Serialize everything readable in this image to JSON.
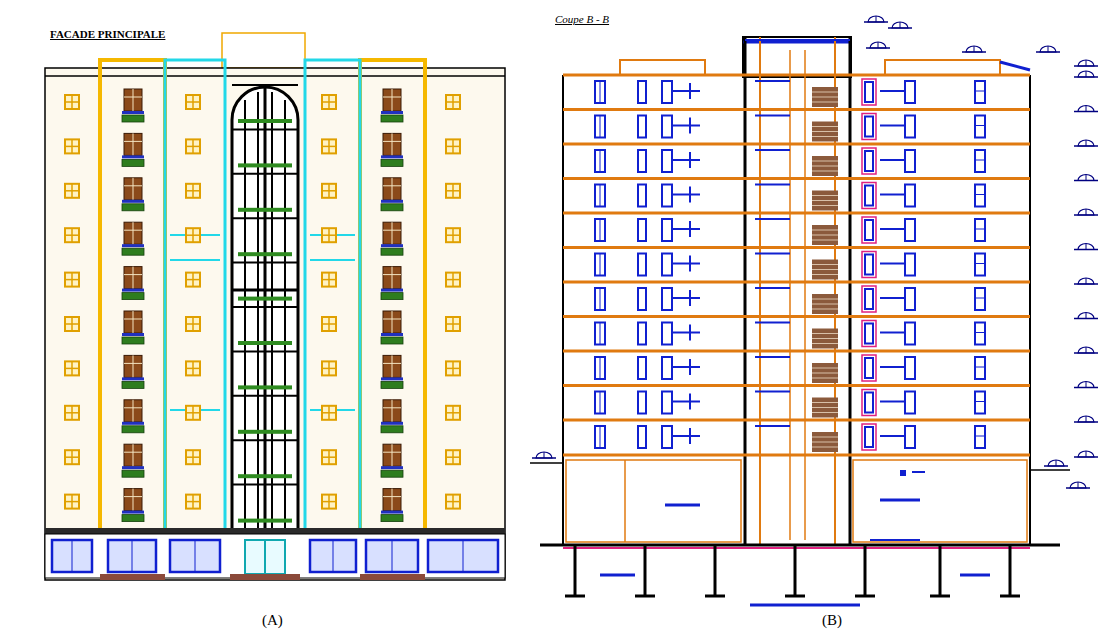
{
  "diagram": {
    "labels": [
      "FACADE PRINCIPALE",
      "Coupe B - B",
      "(A)",
      "(B)"
    ]
  }
}
